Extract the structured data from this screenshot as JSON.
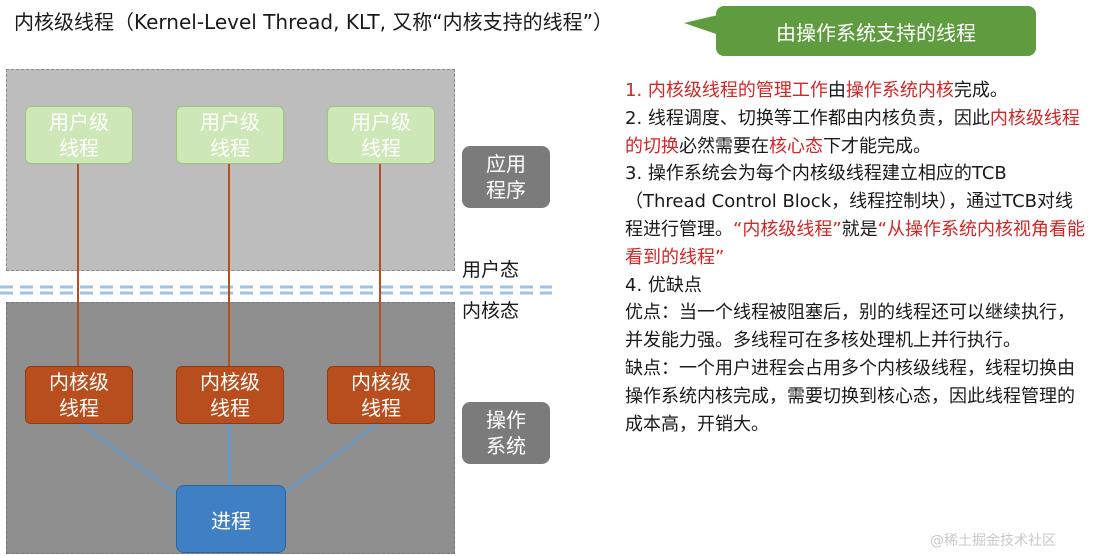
{
  "title": "内核级线程（Kernel-Level Thread, KLT, 又称“内核支持的线程”）",
  "callout": "由操作系统支持的线程",
  "user_threads": [
    "用户级\n线程",
    "用户级\n线程",
    "用户级\n线程"
  ],
  "kernel_threads": [
    "内核级\n线程",
    "内核级\n线程",
    "内核级\n线程"
  ],
  "process": "进程",
  "side_labels": {
    "app": "应用\n程序",
    "os": "操作\n系统"
  },
  "mode_labels": {
    "user": "用户态",
    "kernel": "内核态"
  },
  "desc": {
    "p1": [
      "1. 内核级线程的管理工作",
      "由",
      "操作系统内核",
      "完成。"
    ],
    "p2": [
      "2. 线程调度、切换等工作都由内核负责，因此",
      "内核级线程的切换",
      "必然需要在",
      "核心态",
      "下才能完成。"
    ],
    "p3": [
      "3. 操作系统会为每个内核级线程建立相应的TCB（Thread Control Block，线程控制块），通过TCB对线程进行管理。",
      "“内核级线程”",
      "就是",
      "“从操作系统内核视角看能看到的线程”"
    ],
    "p4": "4. 优缺点",
    "p5": "优点：当一个线程被阻塞后，别的线程还可以继续执行，并发能力强。多线程可在多核处理机上并行执行。",
    "p6": "缺点：一个用户进程会占用多个内核级线程，线程切换由操作系统内核完成，需要切换到核心态，因此线程管理的成本高，开销大。"
  },
  "watermark": "@稀土掘金技术社区",
  "colors": {
    "callout": "#5f9c3f",
    "user_thread": "#cde7b6",
    "kernel_thread": "#b84e1d",
    "process": "#3f7fc4",
    "highlight": "#d32626",
    "divider": "#9ec3e6"
  }
}
